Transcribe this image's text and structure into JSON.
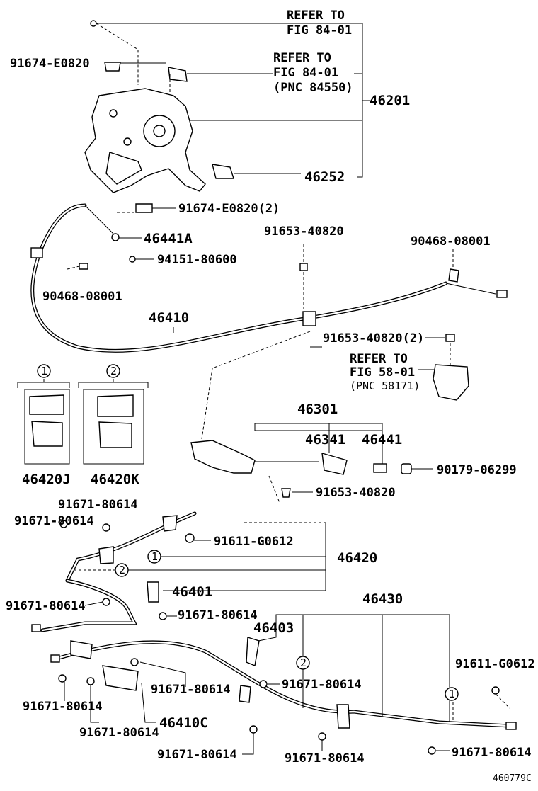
{
  "figure_id": "460779C",
  "refs": {
    "fig84_a": [
      "REFER TO",
      "FIG 84-01"
    ],
    "fig84_b": [
      "REFER TO",
      "FIG 84-01",
      "(PNC 84550)"
    ],
    "fig58": [
      "REFER TO",
      "FIG 58-01",
      "(PNC 58171)"
    ]
  },
  "parts": {
    "p46201": "46201",
    "p46252": "46252",
    "p91674_a": "91674-E0820",
    "p91674_b": "91674-E0820(2)",
    "p46441A": "46441A",
    "p94151": "94151-80600",
    "p90468_l": "90468-08001",
    "p90468_r": "90468-08001",
    "p91653_a": "91653-40820",
    "p91653_b": "91653-40820(2)",
    "p91653_c": "91653-40820",
    "p46410": "46410",
    "p46301": "46301",
    "p46341": "46341",
    "p46441": "46441",
    "p90179": "90179-06299",
    "p46420J": "46420J",
    "p46420K": "46420K",
    "p46420": "46420",
    "p91611_a": "91611-G0612",
    "p91611_b": "91611-G0612",
    "p46401": "46401",
    "p46430": "46430",
    "p46403": "46403",
    "p46410C": "46410C",
    "b1": "91671-80614",
    "b2": "91671-80614",
    "b3": "91671-80614",
    "b4": "91671-80614",
    "b5": "91671-80614",
    "b6": "91671-80614",
    "b7": "91671-80614",
    "b8": "91671-80614",
    "b9": "91671-80614",
    "b10": "91671-80614",
    "b11": "91671-80614"
  },
  "markers": {
    "one": "1",
    "two": "2"
  }
}
